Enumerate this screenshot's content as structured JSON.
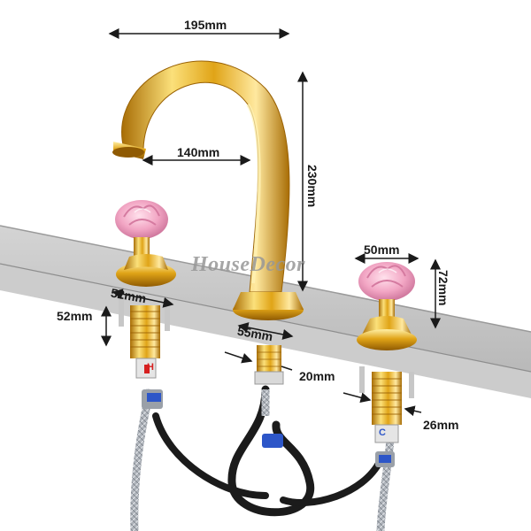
{
  "image": {
    "watermark": "HouseDecor",
    "colors": {
      "gold": "#e0a417",
      "gold_dark": "#a86d05",
      "gold_light": "#fbe07a",
      "counter_top": "#c4c4c4",
      "counter_edge": "#9a9a9a",
      "rose_pink": "#f2a6c4",
      "hose_black": "#1b1b1b",
      "braided_hose": "#a8adb4",
      "valve_blue": "#2d56c8",
      "valve_red": "#d62020"
    },
    "dimensions": {
      "spout_width": "195mm",
      "spout_reach": "140mm",
      "spout_height": "230mm",
      "handle_width": "50mm",
      "handle_height": "72mm",
      "left_base": "52mm",
      "left_height": "52mm",
      "spout_base": "55mm",
      "shank_diameter": "20mm",
      "handle_shank": "26mm"
    },
    "valve_labels": {
      "hot": "H",
      "cold": "C"
    }
  }
}
